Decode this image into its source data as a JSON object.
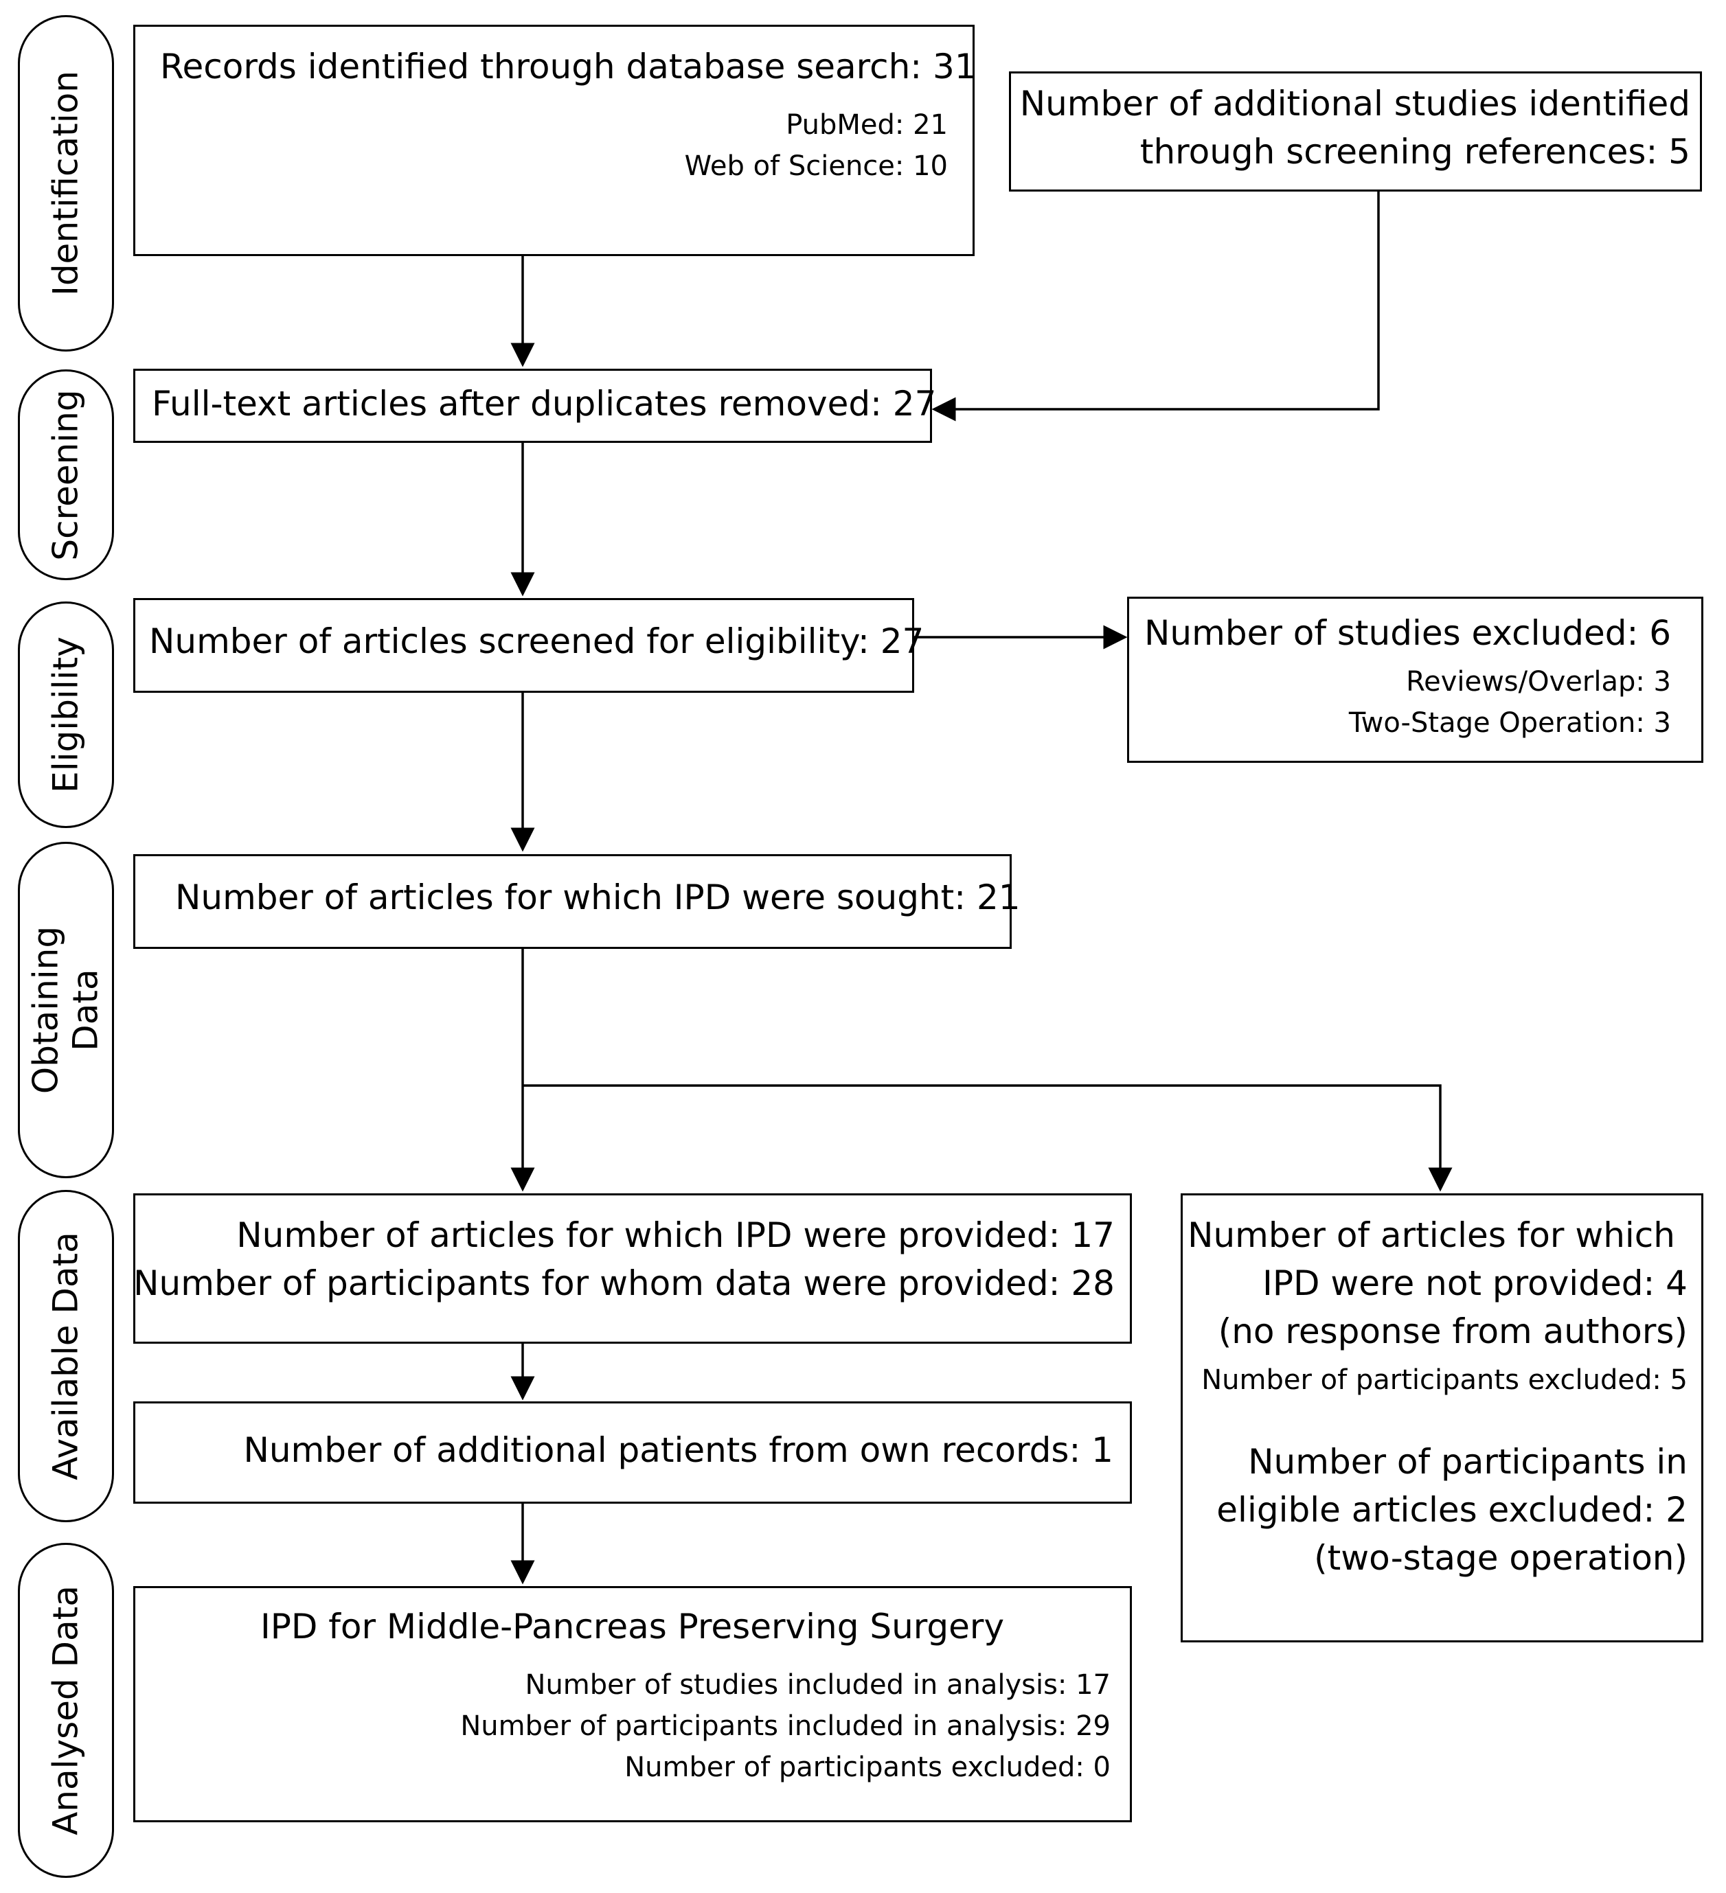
{
  "stages": {
    "identification": "Identification",
    "screening": "Screening",
    "eligibility": "Eligibility",
    "obtaining_line1": "Obtaining",
    "obtaining_line2": "Data",
    "available": "Available Data",
    "analysed": "Analysed Data"
  },
  "records": {
    "main": "Records identified through database search: 31",
    "pubmed": "PubMed: 21",
    "wos": "Web of Science: 10"
  },
  "additional": {
    "line1": "Number of additional studies identified",
    "line2": "through screening references: 5"
  },
  "fulltext": "Full-text articles after duplicates removed: 27",
  "screened": "Number of articles  screened for eligibility: 27",
  "excluded": {
    "main": "Number of studies excluded: 6",
    "reviews": "Reviews/Overlap: 3",
    "twostage": "Two-Stage Operation: 3"
  },
  "sought": "Number of articles for which IPD were sought: 21",
  "provided": {
    "line1": "Number of articles for which IPD were provided: 17",
    "line2": "Number of participants for whom data were provided: 28"
  },
  "not_provided": {
    "line1": "Number of articles for which",
    "line2": "IPD were not provided: 4",
    "line3": "(no response from authors)",
    "small": "Number of participants excluded: 5",
    "line4": "Number of participants in",
    "line5": "eligible articles excluded: 2",
    "line6": "(two-stage operation)"
  },
  "own_records": "Number of additional patients from own records: 1",
  "analysis": {
    "title": "IPD for Middle-Pancreas Preserving Surgery",
    "studies": "Number of studies included in analysis: 17",
    "participants": "Number of participants included in analysis: 29",
    "excluded": "Number of participants excluded:   0"
  }
}
